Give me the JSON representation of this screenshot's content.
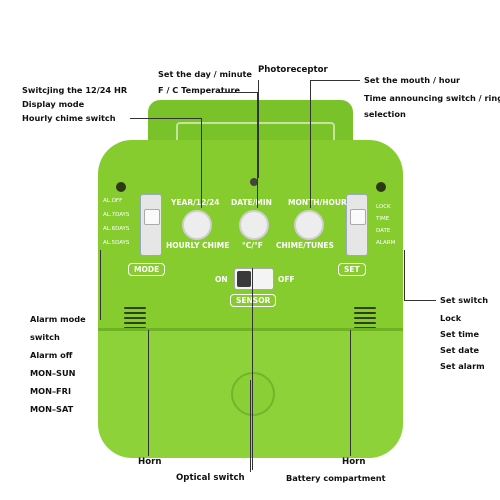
{
  "labels": {
    "switching_12_24": "Switcjing the 12/24 HR",
    "display_mode": "Display mode",
    "hourly_chime_switch": "Hourly chime switch",
    "set_day_minute": "Set the day / minute",
    "f_c_temperature": "F / C Temperature",
    "photoreceptor": "Photoreceptor",
    "set_month_hour": "Set the mouth / hour",
    "time_announcing": "Time announcing switch / ringtone",
    "selection": "selection",
    "alarm_mode_switch": "Alarm mode",
    "switch": "switch",
    "alarm_off": "Alarm off",
    "mon_sun": "MON–SUN",
    "mon_fri": "MON–FRI",
    "mon_sat": "MON–SAT",
    "set_switch": "Set switch",
    "lock": "Lock",
    "set_time": "Set time",
    "set_date": "Set date",
    "set_alarm": "Set alarm",
    "horn_left": "Horn",
    "optical_switch": "Optical switch",
    "battery_compartment": "Battery compartment",
    "horn_right": "Horn"
  },
  "device": {
    "btn1_top": "YEAR/12/24",
    "btn1_bottom": "HOURLY CHIME",
    "btn2_top": "DATE/MIN",
    "btn2_bottom": "°C/°F",
    "btn3_top": "MONTH/HOUR",
    "btn3_bottom": "CHIME/TUNES",
    "mode_badge": "MODE",
    "set_badge": "SET",
    "sensor_badge": "SENSOR",
    "on": "ON",
    "off": "OFF",
    "left_slot": [
      "AL.OFF",
      "AL.7DAYS",
      "AL.6DAYS",
      "AL.5DAYS"
    ],
    "right_slot": [
      "LOCK",
      "TIME",
      "DATE",
      "ALARM"
    ]
  },
  "colors": {
    "body": "#86cc2e",
    "bottom": "#8ed23a"
  }
}
